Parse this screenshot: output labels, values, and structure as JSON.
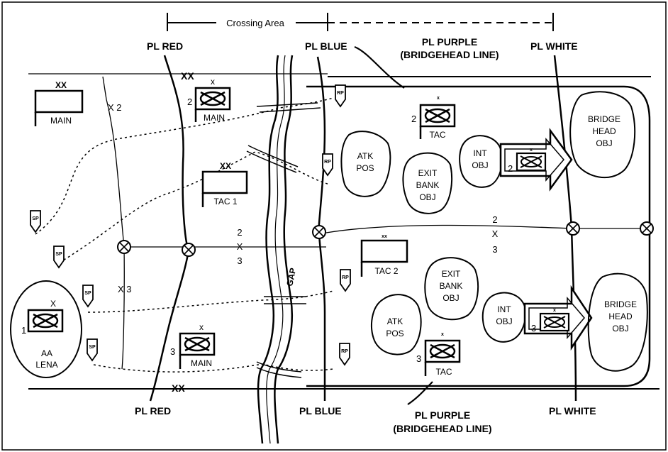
{
  "crossing_area": "Crossing Area",
  "phase_lines": {
    "red_top": "PL RED",
    "blue_top": "PL BLUE",
    "purple_top_1": "PL PURPLE",
    "purple_top_2": "(BRIDGEHEAD LINE)",
    "white_top": "PL WHITE",
    "red_bottom": "PL RED",
    "blue_bottom": "PL BLUE",
    "purple_bottom_1": "PL PURPLE",
    "purple_bottom_2": "(BRIDGEHEAD LINE)",
    "white_bottom": "PL WHITE"
  },
  "gap": "GAP",
  "boundaries": {
    "xx_top": "XX",
    "xx_bottom": "XX",
    "x2_left": "X 2",
    "x3_left": "X 3",
    "mid_left": [
      "2",
      "X",
      "3"
    ],
    "mid_right": [
      "2",
      "X",
      "3"
    ]
  },
  "command_posts": {
    "main_div": {
      "echelon": "XX",
      "label": "MAIN"
    },
    "main_bde2": {
      "echelon": "x",
      "unit": "2",
      "label": "MAIN"
    },
    "tac1": {
      "echelon": "XX",
      "label": "TAC 1"
    },
    "tac2": {
      "echelon": "xx",
      "label": "TAC 2"
    },
    "tac_bde2": {
      "echelon": "x",
      "unit": "2",
      "label": "TAC"
    },
    "tac_bde3": {
      "echelon": "x",
      "unit": "3",
      "label": "TAC"
    },
    "main_bde3": {
      "echelon": "x",
      "unit": "3",
      "label": "MAIN"
    },
    "bde1": {
      "echelon": "X",
      "unit": "1"
    }
  },
  "assembly_area": {
    "line1": "AA",
    "line2": "LENA"
  },
  "objectives": {
    "atk_pos_top": [
      "ATK",
      "POS"
    ],
    "exit_bank_top": [
      "EXIT",
      "BANK",
      "OBJ"
    ],
    "int_obj_top": [
      "INT",
      "OBJ"
    ],
    "bridgehead_top": [
      "BRIDGE",
      "HEAD",
      "OBJ"
    ],
    "exit_bank_bottom": [
      "EXIT",
      "BANK",
      "OBJ"
    ],
    "atk_pos_bottom": [
      "ATK",
      "POS"
    ],
    "int_obj_bottom": [
      "INT",
      "OBJ"
    ],
    "bridgehead_bottom": [
      "BRIDGE",
      "HEAD",
      "OBJ"
    ]
  },
  "attack_arrows": {
    "top": {
      "unit": "2",
      "echelon": "x"
    },
    "bottom": {
      "unit": "3",
      "echelon": "x"
    }
  },
  "points": {
    "sp": "SP",
    "rp": "RP"
  }
}
